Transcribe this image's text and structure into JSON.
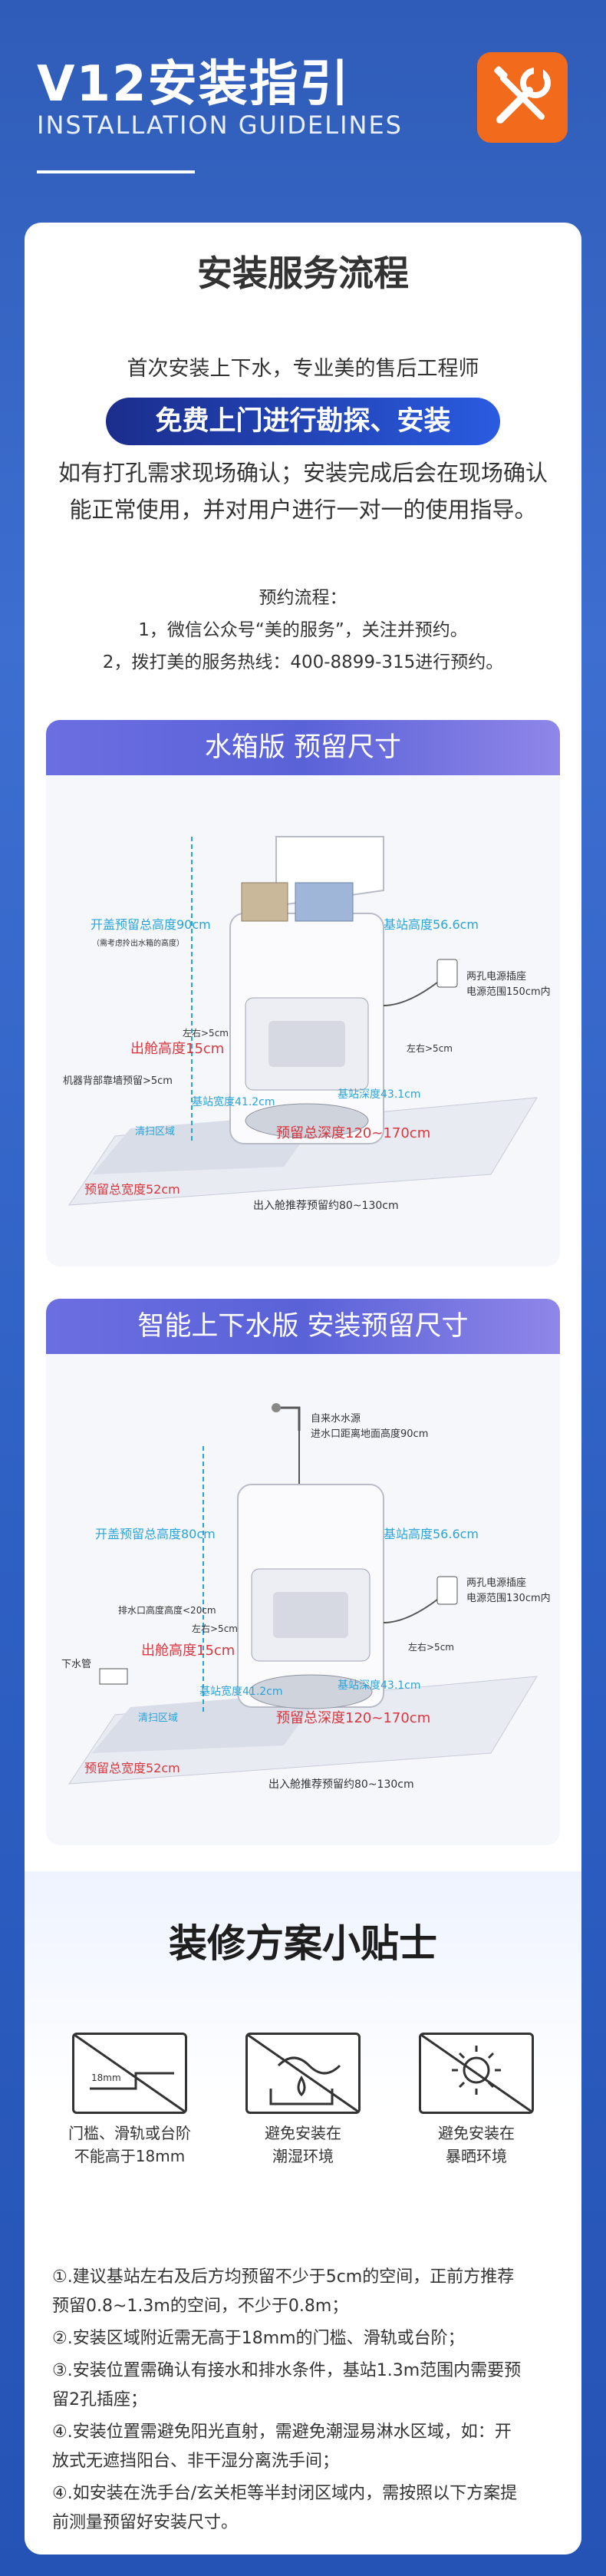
{
  "header": {
    "title": "V12安装指引",
    "subtitle": "INSTALLATION GUIDELINES"
  },
  "service": {
    "title": "安装服务流程",
    "intro": "首次安装上下水，专业美的售后工程师",
    "pill": "免费上门进行勘探、安装",
    "para_line1": "如有打孔需求现场确认；安装完成后会在现场确认",
    "para_line2": "能正常使用，并对用户进行一对一的使用指导。",
    "booking_title": "预约流程：",
    "booking_1": "1，微信公众号“美的服务”，关注并预约。",
    "booking_2": "2，拨打美的服务热线：400-8899-315进行预约。"
  },
  "panel1": {
    "title": "水箱版  预留尺寸",
    "labels": {
      "height": "开盖预留总高度90cm",
      "height_note": "（需考虑拎出水箱的高度）",
      "side": "左右>5cm",
      "side2": "左右>5cm",
      "base_height": "基站高度56.6cm",
      "socket": "两孔电源插座",
      "socket2": "电源范围150cm内",
      "out_height": "出舱高度15cm",
      "back": "机器背部靠墙预留>5cm",
      "base_width": "基站宽度41.2cm",
      "base_depth": "基站深度43.1cm",
      "depth_total": "预留总深度120~170cm",
      "width_total": "预留总宽度52cm",
      "exit": "出入舱推荐预留约80~130cm",
      "area": "清扫区域"
    }
  },
  "panel2": {
    "title": "智能上下水版  安装预留尺寸",
    "labels": {
      "water_in": "自来水水源",
      "water_in2": "进水口距离地面高度90cm",
      "height": "开盖预留总高度80cm",
      "drain": "排水口高度高度<20cm",
      "drain_lbl": "下水管",
      "side": "左右>5cm",
      "side2": "左右>5cm",
      "base_height": "基站高度56.6cm",
      "socket": "两孔电源插座",
      "socket2": "电源范围130cm内",
      "out_height": "出舱高度15cm",
      "base_width": "基站宽度41.2cm",
      "base_depth": "基站深度43.1cm",
      "depth_total": "预留总深度120~170cm",
      "width_total": "预留总宽度52cm",
      "exit": "出入舱推荐预留约80~130cm",
      "area": "清扫区域"
    }
  },
  "tips": {
    "title": "装修方案小贴士",
    "icon1_label1": "门槛、滑轨或台阶",
    "icon1_label2": "不能高于18mm",
    "icon1_mark": "18mm",
    "icon2_label1": "避免安装在",
    "icon2_label2": "潮湿环境",
    "icon3_label1": "避免安装在",
    "icon3_label2": "暴晒环境",
    "notes": [
      "①.建议基站左右及后方均预留不少于5cm的空间，正前方推荐",
      "预留0.8~1.3m的空间，不少于0.8m；",
      "②.安装区域附近需无高于18mm的门槛、滑轨或台阶；",
      "③.安装位置需确认有接水和排水条件，基站1.3m范围内需要预",
      "留2孔插座；",
      "④.安装位置需避免阳光直射，需避免潮湿易淋水区域，如：开",
      "放式无遮挡阳台、非干湿分离洗手间；",
      "④.如安装在洗手台/玄关柜等半封闭区域内，需按照以下方案提",
      "前测量预留好安装尺寸。"
    ]
  },
  "colors": {
    "accent_orange": "#f26a1b",
    "navy": "#1b2d8c",
    "dimension_blue": "#2aa3d8",
    "dimension_red": "#d9363e"
  }
}
